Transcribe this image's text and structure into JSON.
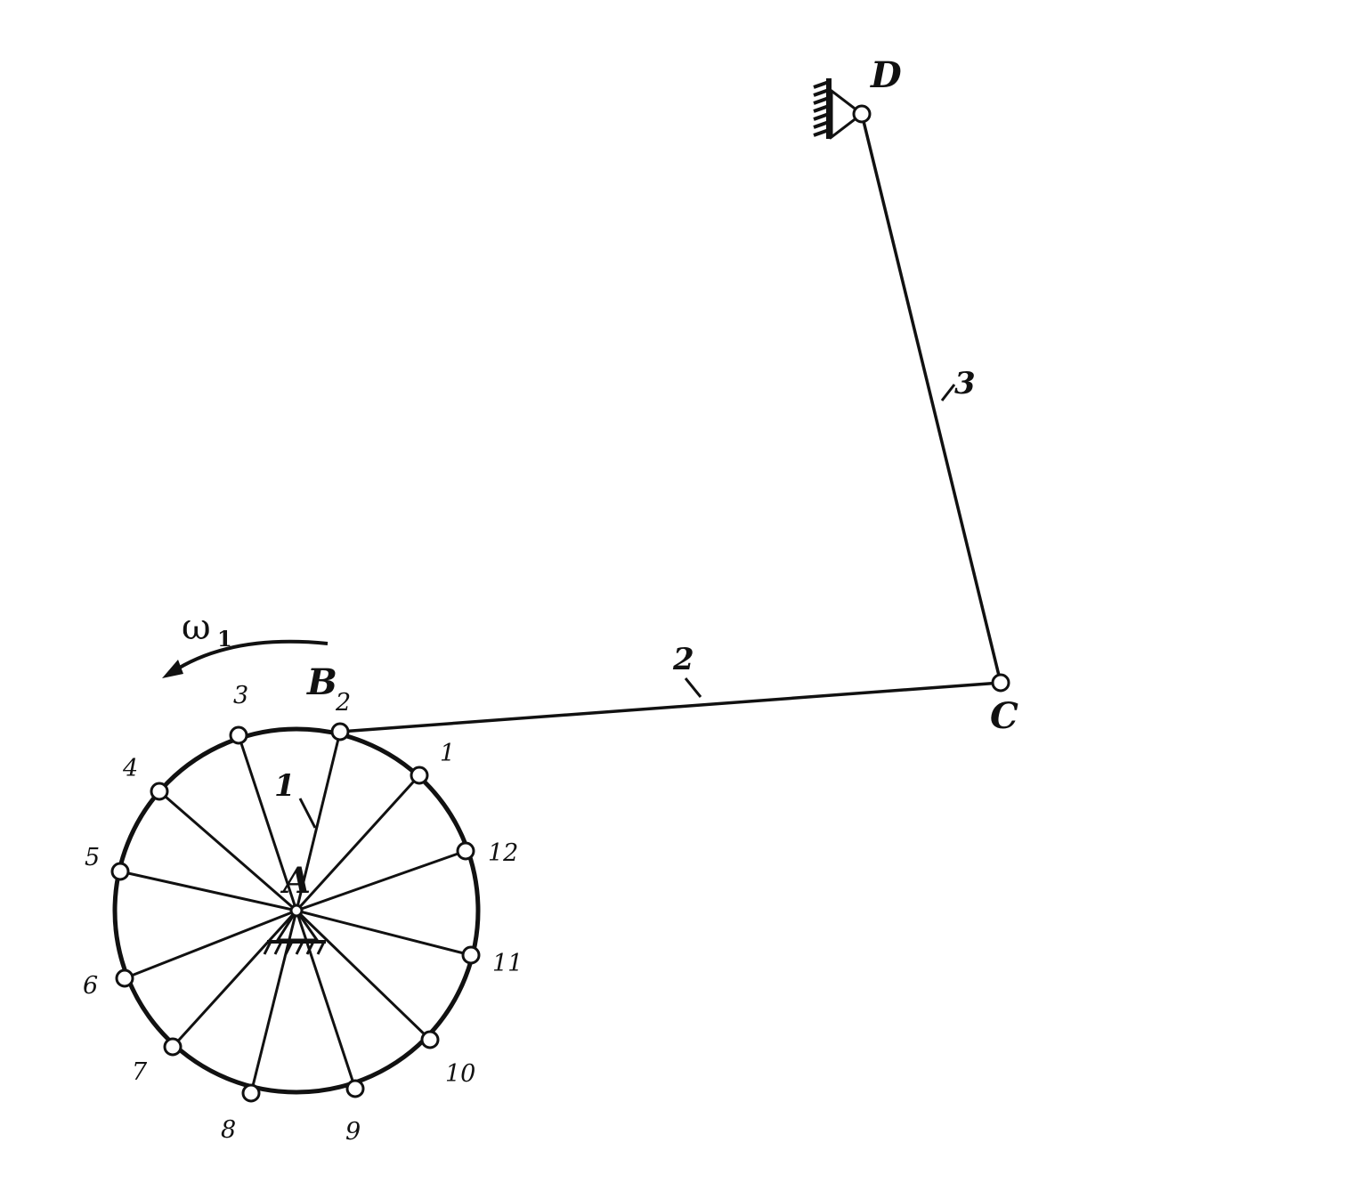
{
  "points": {
    "A": "A",
    "B": "B",
    "C": "C",
    "D": "D"
  },
  "links": {
    "crank": "1",
    "coupler": "2",
    "rocker": "3"
  },
  "omega": "ω",
  "omega_sub": "1",
  "positions": [
    "1",
    "2",
    "3",
    "4",
    "5",
    "6",
    "7",
    "8",
    "9",
    "10",
    "11",
    "12"
  ],
  "colors": {
    "ink": "#111111",
    "paper": "#ffffff"
  }
}
